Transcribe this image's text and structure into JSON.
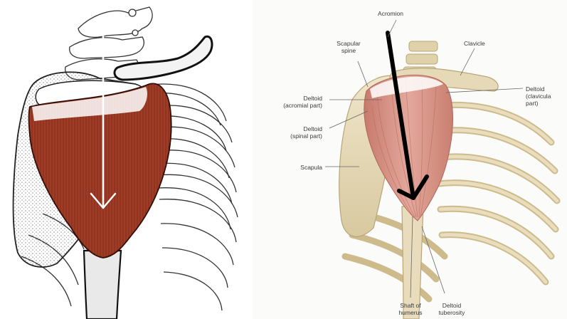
{
  "diagram": {
    "labels": {
      "acromion": "Acromion",
      "scapular_spine": "Scapular\nspine",
      "clavicle": "Clavicle",
      "deltoid_acromial": "Deltoid\n(acromial part)",
      "deltoid_clavicular": "Deltoid\n(clavicula\npart)",
      "deltoid_spinal": "Deltoid\n(spinal part)",
      "scapula": "Scapula",
      "shaft_of_humerus": "Shaft of\nhumerus",
      "deltoid_tuberosity": "Deltoid\ntuberosity"
    },
    "colors": {
      "muscle_left": "#a8402a",
      "muscle_right": "#d9968a",
      "bone_right": "#e6d9b8",
      "arrow_left": "#ffffff",
      "arrow_right": "#000000"
    }
  }
}
